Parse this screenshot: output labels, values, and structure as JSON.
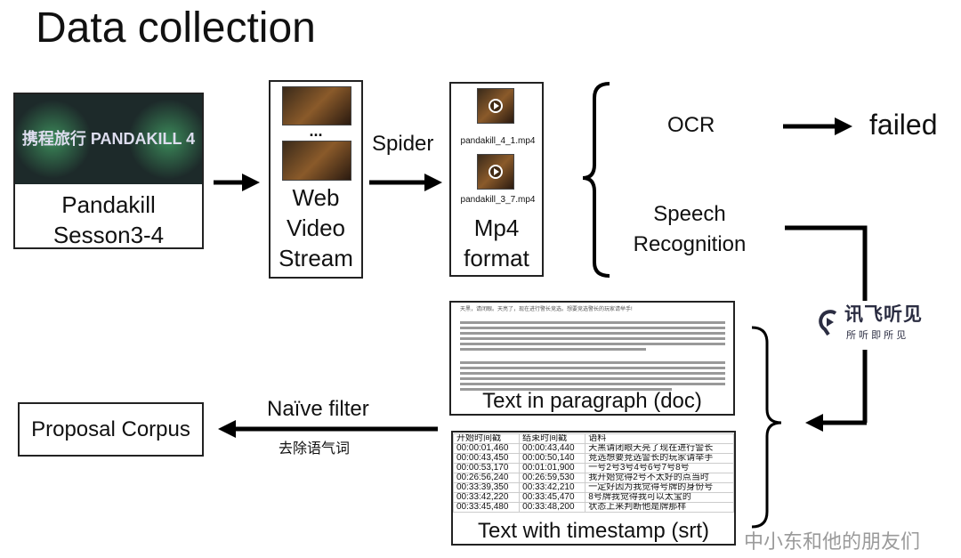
{
  "title": "Data collection",
  "source": {
    "line1": "Pandakill",
    "line2": "Sesson3-4",
    "banner_text": "携程旅行 PANDAKILL 4"
  },
  "web": {
    "ellipsis": "...",
    "line1": "Web",
    "line2": "Video",
    "line3": "Stream"
  },
  "spider_label": "Spider",
  "mp4": {
    "files": [
      "pandakill_4_1.mp4",
      "pandakill_3_7.mp4"
    ],
    "line1": "Mp4",
    "line2": "format"
  },
  "ocr": "OCR",
  "failed": "failed",
  "speech": {
    "line1": "Speech",
    "line2": "Recognition"
  },
  "logo": {
    "name": "讯飞听见",
    "slogan": "所 听 即 所 见",
    "color": "#2b2d42"
  },
  "doc": {
    "first_line": "天黑，请闭眼。天亮了，现在进行警长竞选。想要竞选警长的玩家请举手!",
    "caption": "Text in paragraph (doc)"
  },
  "srt": {
    "headers": [
      "开始时间戳",
      "结束时间戳",
      "语料"
    ],
    "rows": [
      [
        "00:00:01,460",
        "00:00:43,440",
        "天黑请闭眼天亮了现在进行警长"
      ],
      [
        "00:00:43,450",
        "00:00:50,140",
        "竞选想要竞选警长的玩家请举手"
      ],
      [
        "00:00:53,170",
        "00:01:01,900",
        "一号2号3号4号6号7号8号"
      ],
      [
        "00:26:56,240",
        "00:26:59,530",
        "我开始觉得2号不太好的点当时"
      ],
      [
        "00:33:39,350",
        "00:33:42,210",
        "一定好因为我觉得号牌的身份号"
      ],
      [
        "00:33:42,220",
        "00:33:45,470",
        "8号牌我觉得我可以太宝的"
      ],
      [
        "00:33:45,480",
        "00:33:48,200",
        "状态上来判断他是牌那样"
      ]
    ],
    "caption": "Text with timestamp (srt)"
  },
  "filter": {
    "label": "Naïve filter",
    "sub": "去除语气词"
  },
  "corpus": "Proposal Corpus",
  "watermark": "中小东和他的朋友们"
}
